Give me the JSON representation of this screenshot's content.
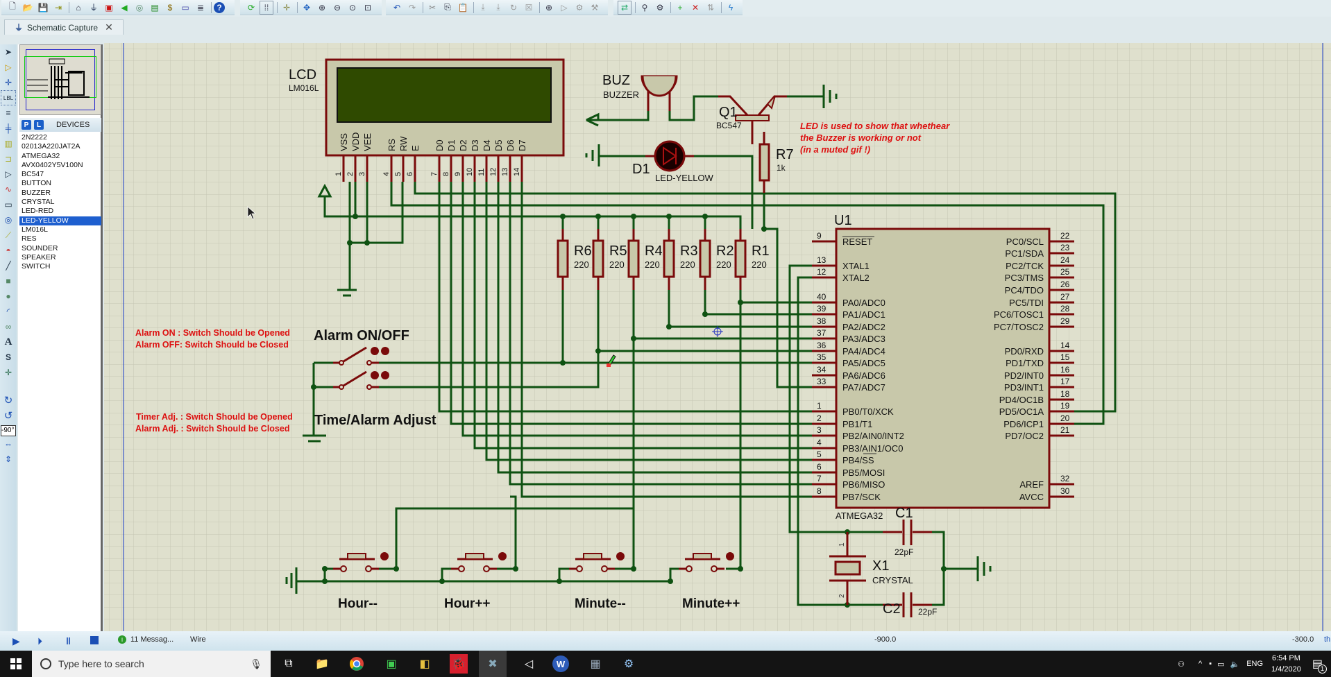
{
  "app": {
    "tab_title": "Schematic Capture"
  },
  "toolbar": {
    "file_tools": [
      "new-file",
      "open-file",
      "save-file",
      "import-export",
      "home",
      "schematic",
      "pcb-layout",
      "3d-view",
      "gerber",
      "bom",
      "design-notes",
      "pinout",
      "report",
      "help"
    ],
    "view_tools": [
      "refresh",
      "grid",
      "origin",
      "pan",
      "zoom-in",
      "zoom-out",
      "zoom-all",
      "zoom-area"
    ],
    "edit_tools": [
      "undo",
      "redo",
      "cut",
      "copy",
      "paste",
      "block-copy",
      "block-move",
      "block-rotate",
      "block-delete",
      "pick-device",
      "make-device",
      "packaging",
      "decompose"
    ],
    "design_tools": [
      "wire-autorouter",
      "search-tag",
      "property-assignment",
      "new-sheet",
      "remove-sheet",
      "goto-child",
      "netlist-to-ares"
    ]
  },
  "left_tools": [
    "selection-mode",
    "component-mode",
    "junction-dot",
    "wire-label",
    "text-script",
    "buses",
    "subcircuit",
    "terminals",
    "device-pins",
    "graph",
    "tape-recorder",
    "generator",
    "voltage-probe",
    "virtual-instruments",
    "line-2d",
    "box-2d",
    "circle-2d",
    "arc-2d",
    "path-2d",
    "text-2d",
    "symbol-2d",
    "marker-2d",
    "rotate-cw",
    "rotate-ccw",
    "mirror-x",
    "mirror-y"
  ],
  "rotation_angle": "-90°",
  "devices_panel": {
    "p_label": "P",
    "l_label": "L",
    "header": "DEVICES",
    "items": [
      "2N2222",
      "02013A220JAT2A",
      "ATMEGA32",
      "AVX0402Y5V100N",
      "BC547",
      "BUTTON",
      "BUZZER",
      "CRYSTAL",
      "LED-RED",
      "LED-YELLOW",
      "LM016L",
      "RES",
      "SOUNDER",
      "SPEAKER",
      "SWITCH"
    ],
    "selected": "LED-YELLOW"
  },
  "schematic": {
    "lcd": {
      "ref": "LCD",
      "part": "LM016L",
      "pin_names": [
        "VSS",
        "VDD",
        "VEE",
        "RS",
        "RW",
        "E",
        "D0",
        "D1",
        "D2",
        "D3",
        "D4",
        "D5",
        "D6",
        "D7"
      ],
      "pin_numbers": [
        "1",
        "2",
        "3",
        "4",
        "5",
        "6",
        "7",
        "8",
        "9",
        "10",
        "11",
        "12",
        "13",
        "14"
      ]
    },
    "buzzer": {
      "ref": "BUZ",
      "part": "BUZZER"
    },
    "transistor": {
      "ref": "Q1",
      "part": "BC547"
    },
    "led": {
      "ref": "D1",
      "part": "LED-YELLOW"
    },
    "r7": {
      "ref": "R7",
      "value": "1k"
    },
    "resistors": [
      {
        "ref": "R6",
        "value": "220"
      },
      {
        "ref": "R5",
        "value": "220"
      },
      {
        "ref": "R4",
        "value": "220"
      },
      {
        "ref": "R3",
        "value": "220"
      },
      {
        "ref": "R2",
        "value": "220"
      },
      {
        "ref": "R1",
        "value": "220"
      }
    ],
    "note_led": [
      "LED is used to show that whethear",
      "the Buzzer is working or not",
      "(in a muted gif !)"
    ],
    "mcu": {
      "ref": "U1",
      "part": "ATMEGA32",
      "left_pins": [
        {
          "num": "9",
          "name": "RESET"
        },
        {
          "num": "13",
          "name": "XTAL1"
        },
        {
          "num": "12",
          "name": "XTAL2"
        },
        {
          "num": "40",
          "name": "PA0/ADC0"
        },
        {
          "num": "39",
          "name": "PA1/ADC1"
        },
        {
          "num": "38",
          "name": "PA2/ADC2"
        },
        {
          "num": "37",
          "name": "PA3/ADC3"
        },
        {
          "num": "36",
          "name": "PA4/ADC4"
        },
        {
          "num": "35",
          "name": "PA5/ADC5"
        },
        {
          "num": "34",
          "name": "PA6/ADC6"
        },
        {
          "num": "33",
          "name": "PA7/ADC7"
        },
        {
          "num": "1",
          "name": "PB0/T0/XCK"
        },
        {
          "num": "2",
          "name": "PB1/T1"
        },
        {
          "num": "3",
          "name": "PB2/AIN0/INT2"
        },
        {
          "num": "4",
          "name": "PB3/AIN1/OC0"
        },
        {
          "num": "5",
          "name": "PB4/SS"
        },
        {
          "num": "6",
          "name": "PB5/MOSI"
        },
        {
          "num": "7",
          "name": "PB6/MISO"
        },
        {
          "num": "8",
          "name": "PB7/SCK"
        }
      ],
      "right_pins": [
        {
          "num": "22",
          "name": "PC0/SCL"
        },
        {
          "num": "23",
          "name": "PC1/SDA"
        },
        {
          "num": "24",
          "name": "PC2/TCK"
        },
        {
          "num": "25",
          "name": "PC3/TMS"
        },
        {
          "num": "26",
          "name": "PC4/TDO"
        },
        {
          "num": "27",
          "name": "PC5/TDI"
        },
        {
          "num": "28",
          "name": "PC6/TOSC1"
        },
        {
          "num": "29",
          "name": "PC7/TOSC2"
        },
        {
          "num": "14",
          "name": "PD0/RXD"
        },
        {
          "num": "15",
          "name": "PD1/TXD"
        },
        {
          "num": "16",
          "name": "PD2/INT0"
        },
        {
          "num": "17",
          "name": "PD3/INT1"
        },
        {
          "num": "18",
          "name": "PD4/OC1B"
        },
        {
          "num": "19",
          "name": "PD5/OC1A"
        },
        {
          "num": "20",
          "name": "PD6/ICP1"
        },
        {
          "num": "21",
          "name": "PD7/OC2"
        },
        {
          "num": "32",
          "name": "AREF"
        },
        {
          "num": "30",
          "name": "AVCC"
        }
      ]
    },
    "c1": {
      "ref": "C1",
      "value": "22pF"
    },
    "c2": {
      "ref": "C2",
      "value": "22pF"
    },
    "crystal": {
      "ref": "X1",
      "part": "CRYSTAL",
      "pin1": "1",
      "pin2": "2"
    },
    "alarm_switch_label": "Alarm ON/OFF",
    "adjust_switch_label": "Time/Alarm Adjust",
    "note_alarm": [
      "Alarm ON : Switch Should be Opened",
      "Alarm OFF: Switch Should be Closed"
    ],
    "note_adjust": [
      "Timer Adj. : Switch Should be Opened",
      "Alarm Adj. : Switch Should be Closed"
    ],
    "buttons": [
      "Hour--",
      "Hour++",
      "Minute--",
      "Minute++"
    ]
  },
  "statusbar": {
    "messages": "11 Messag...",
    "mode": "Wire",
    "coord_x": "-900.0",
    "coord_y": "-300.0",
    "units": "th"
  },
  "taskbar": {
    "search_placeholder": "Type here to search",
    "apps": [
      "task-view",
      "file-explorer",
      "chrome",
      "qt-creator",
      "codeblocks",
      "red-app",
      "proteus",
      "unity",
      "wps",
      "monitor",
      "settings"
    ],
    "language": "ENG",
    "time": "6:54 PM",
    "date": "1/4/2020",
    "notification_count": "1"
  },
  "colors": {
    "wire": "#0f5212",
    "component": "#7a0a0a",
    "component_fill": "#c8c8aa",
    "canvas": "#dfe0cd",
    "note": "#dd1111",
    "lcd_screen": "#2f4a00",
    "selected": "#1e5fcf"
  }
}
